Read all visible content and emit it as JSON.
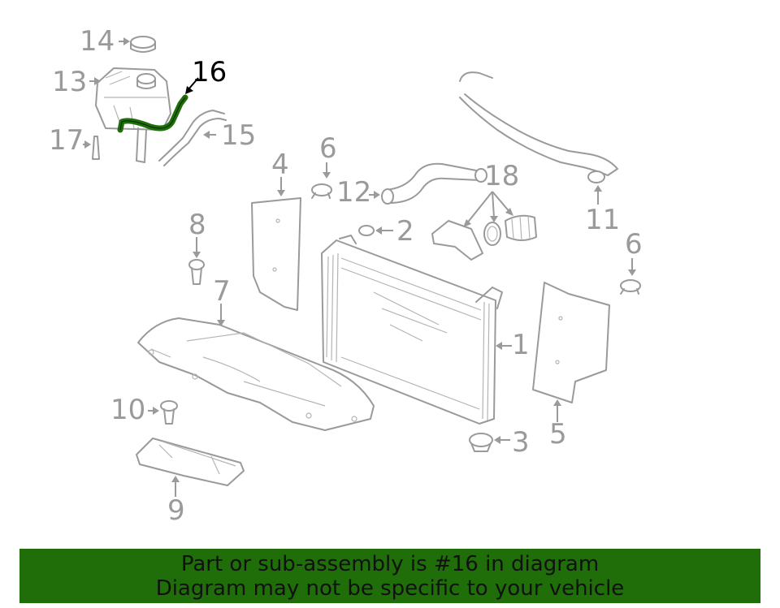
{
  "callouts": {
    "c1": "1",
    "c2": "2",
    "c3": "3",
    "c4": "4",
    "c5": "5",
    "c6a": "6",
    "c6b": "6",
    "c7": "7",
    "c8": "8",
    "c9": "9",
    "c10": "10",
    "c11": "11",
    "c12": "12",
    "c13": "13",
    "c14": "14",
    "c15": "15",
    "c16": "16",
    "c17": "17",
    "c18": "18"
  },
  "highlighted_part": "16",
  "colors": {
    "highlight_part": "#1f6e0a",
    "banner_bg": "#1f6e0a",
    "line_art": "#9a9a9a"
  },
  "banner": {
    "line1": "Part or sub-assembly is #16 in diagram",
    "line2": "Diagram may not be specific to your vehicle"
  }
}
